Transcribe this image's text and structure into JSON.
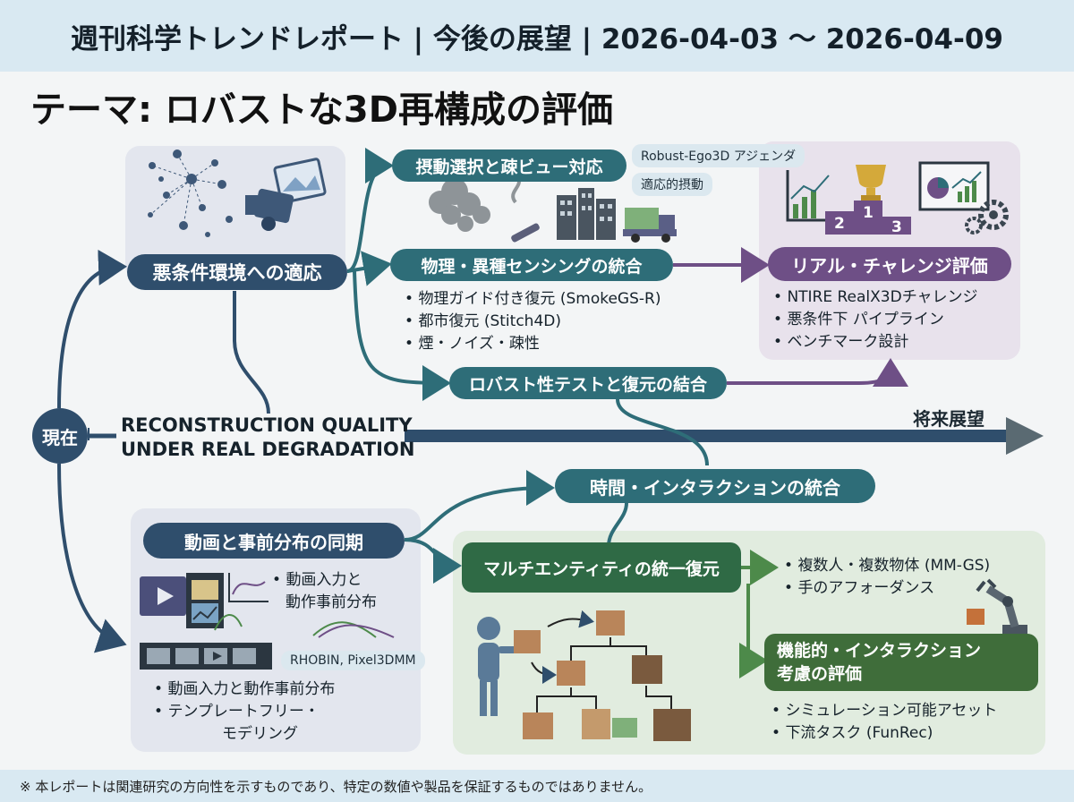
{
  "header": {
    "title": "週刊科学トレンドレポート | 今後の展望 | 2026-04-03 ～ 2026-04-09"
  },
  "theme": {
    "title": "テーマ: ロバストな3D再構成の評価"
  },
  "axis": {
    "start": "現在",
    "label_line1": "RECONSTRUCTION QUALITY",
    "label_line2": "UNDER REAL DEGRADATION",
    "end": "将来展望"
  },
  "nodes": {
    "adverse": "悪条件環境への適応",
    "perturb": "摂動選択と疎ビュー対応",
    "physics": "物理・異種センシングの統合",
    "robust_test": "ロバスト性テストと復元の結合",
    "real_challenge": "リアル・チャレンジ評価",
    "temporal": "時間・インタラクションの統合",
    "video_prior": "動画と事前分布の同期",
    "multi_entity": "マルチエンティティの統一復元",
    "functional_line1": "機能的・インタラクション",
    "functional_line2": "考慮の評価"
  },
  "tags": {
    "robust_ego": "Robust-Ego3D アジェンダ",
    "adaptive": "適応的摂動",
    "rhobin": "RHOBIN, Pixel3DMM"
  },
  "bullets": {
    "physics": [
      "物理ガイド付き復元 (SmokeGS-R)",
      "都市復元 (Stitch4D)",
      "煙・ノイズ・疎性"
    ],
    "challenge": [
      "NTIRE RealX3Dチャレンジ",
      "悪条件下 パイプライン",
      "ベンチマーク設計"
    ],
    "video_inline": [
      "動画入力と",
      "動作事前分布"
    ],
    "video": [
      "動画入力と動作事前分布",
      "テンプレートフリー・",
      "モデリング"
    ],
    "multi": [
      "複数人・複数物体 (MM-GS)",
      "手のアフォーダンス"
    ],
    "functional": [
      "シミュレーション可能アセット",
      "下流タスク (FunRec)"
    ]
  },
  "podium": {
    "first": "1",
    "second": "2",
    "third": "3"
  },
  "footer": {
    "note": "※ 本レポートは関連研究の方向性を示すものであり、特定の数値や製品を保証するものではありません。"
  },
  "colors": {
    "navy": "#2f4e6c",
    "teal": "#2e6d78",
    "purple": "#6e4f86",
    "green": "#2f6a45",
    "panel_blue": "#e3e6ee",
    "panel_purple": "#e8e2ec",
    "panel_green": "#e1ecdf"
  }
}
